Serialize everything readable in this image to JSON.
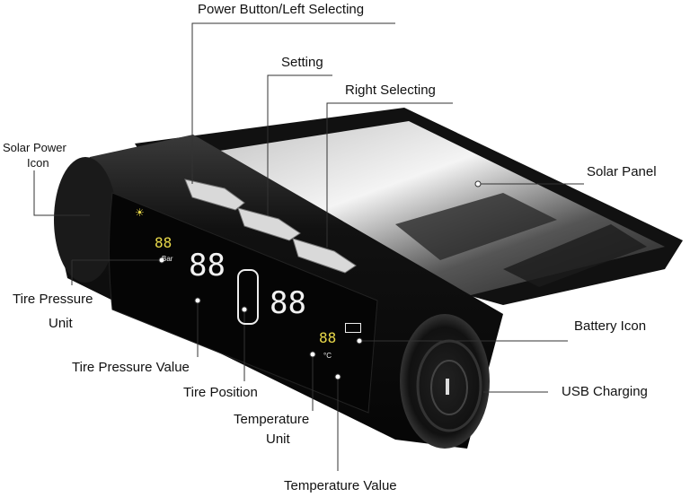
{
  "labels": {
    "power_button": "Power Button/Left Selecting",
    "setting": "Setting",
    "right_selecting": "Right Selecting",
    "solar_power_icon_line1": "Solar Power",
    "solar_power_icon_line2": "Icon",
    "solar_panel": "Solar Panel",
    "tire_pressure_unit_line1": "Tire Pressure",
    "tire_pressure_unit_line2": "Unit",
    "battery_icon": "Battery Icon",
    "tire_pressure_value": "Tire Pressure Value",
    "tire_position": "Tire Position",
    "usb_charging": "USB Charging",
    "temperature_unit_line1": "Temperature",
    "temperature_unit_line2": "Unit",
    "temperature_value": "Temperature Value"
  },
  "display": {
    "digits": "88",
    "unit_bar": "Bar",
    "unit_temp": "°C"
  },
  "colors": {
    "device_body": "#0c0c0c",
    "screen": "#050505",
    "digit_white": "#f2f2f2",
    "digit_yellow": "#e8d84a",
    "leader_line": "#333333"
  }
}
